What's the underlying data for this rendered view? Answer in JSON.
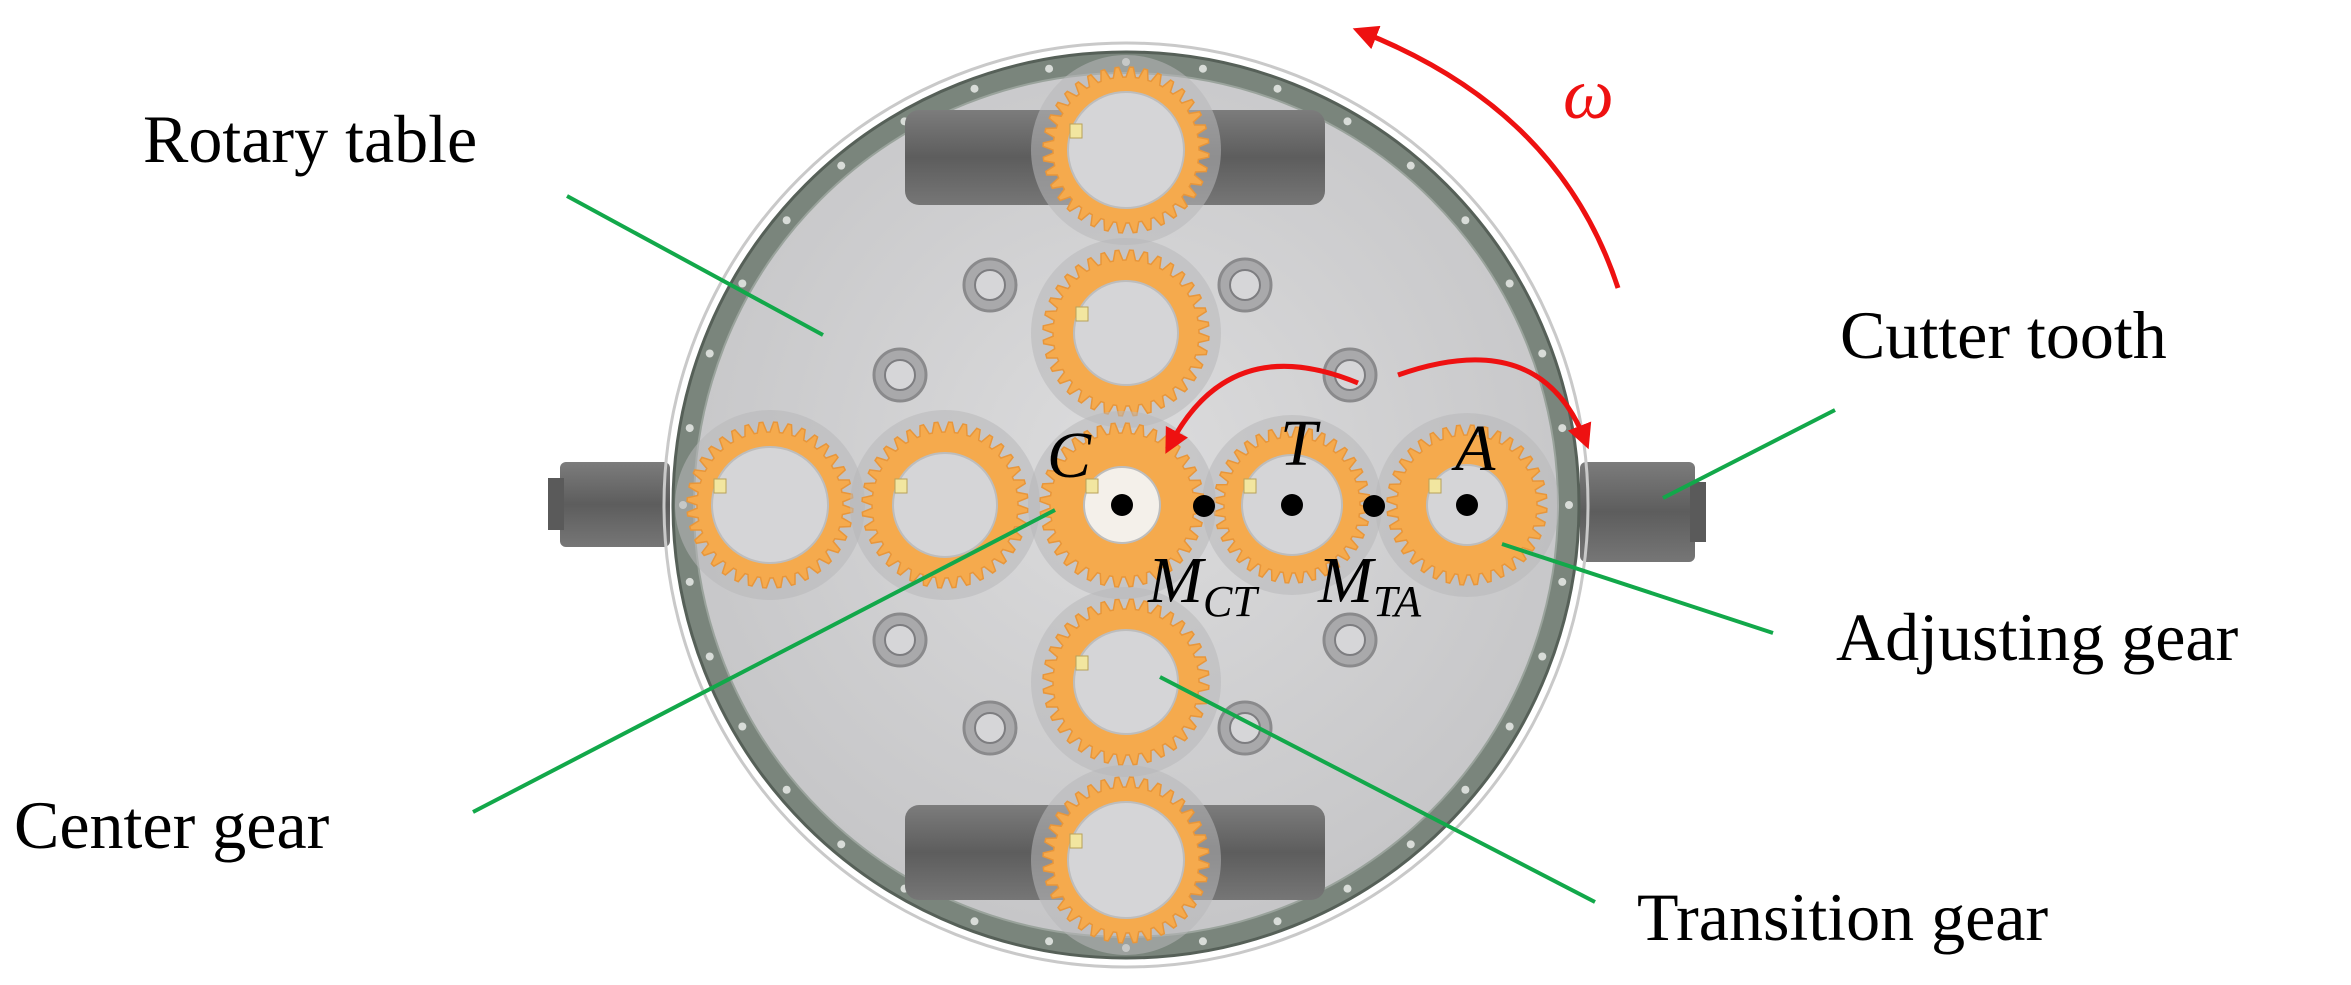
{
  "labels": {
    "rotary_table": "Rotary table",
    "cutter_tooth": "Cutter tooth",
    "adjusting_gear": "Adjusting gear",
    "center_gear": "Center gear",
    "transition_gear": "Transition gear"
  },
  "points": {
    "C": "C",
    "T": "T",
    "A": "A",
    "M": "M",
    "CT": "CT",
    "TA": "TA"
  },
  "omega": "ω",
  "colors": {
    "gear": "#f5aa4d",
    "gear_dark": "#e8963a",
    "leader": "#12a84a",
    "arrow": "#ee1111",
    "table": "#cfcfd0",
    "rim": "#6e7a70",
    "block": "#6a6a6a"
  }
}
